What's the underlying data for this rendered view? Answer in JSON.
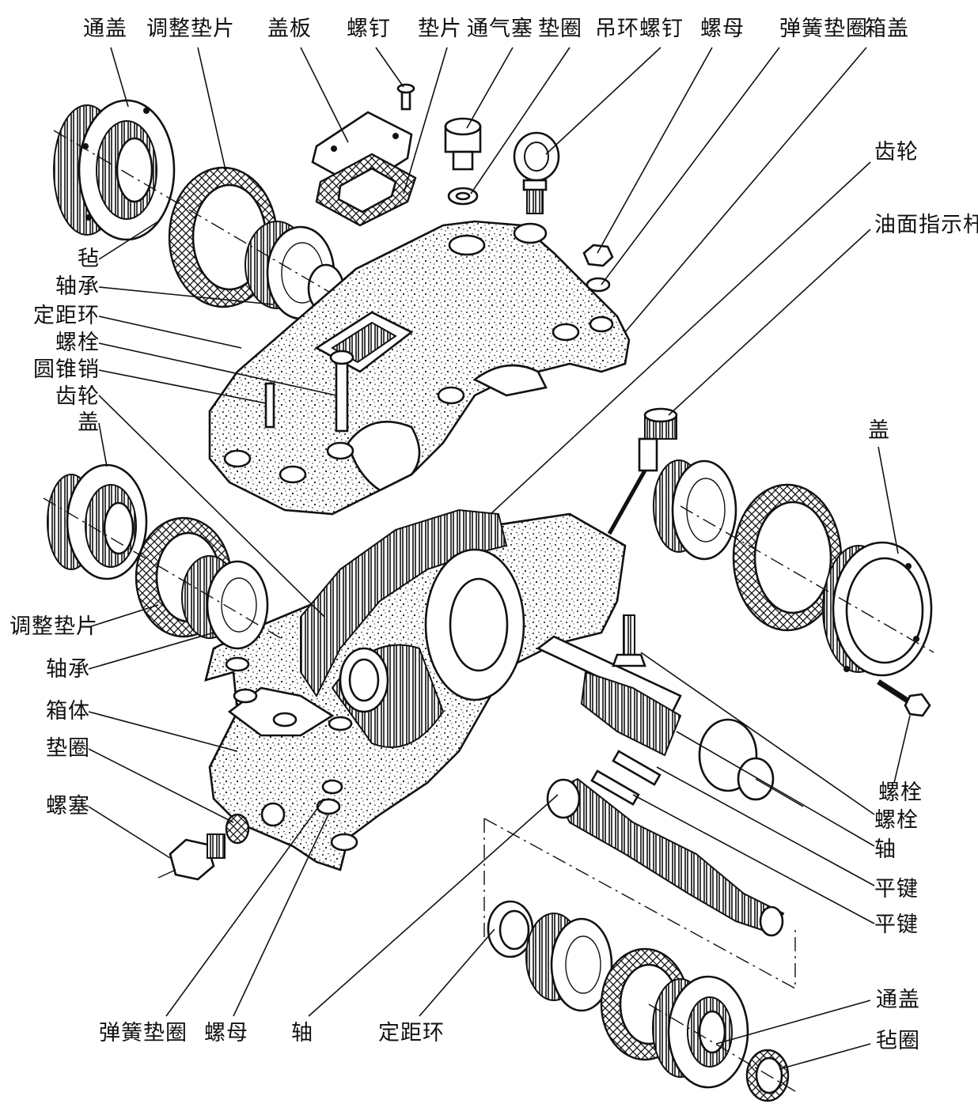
{
  "labels": {
    "top_left_cover": "通盖",
    "top_shim": "调整垫片",
    "cover_plate": "盖板",
    "screw": "螺钉",
    "gasket": "垫片",
    "vent_plug": "通气塞",
    "top_washer": "垫圈",
    "eye_bolt": "吊环螺钉",
    "top_nut": "螺母",
    "top_spring_washer": "弹簧垫圈",
    "box_cover": "箱盖",
    "top_gear": "齿轮",
    "oil_dipstick": "油面指示杆",
    "felt_left": "毡",
    "bearing_left_top": "轴承",
    "spacer_left": "定距环",
    "bolt_left": "螺栓",
    "taper_pin": "圆锥销",
    "gear_left": "齿轮",
    "cover_left": "盖",
    "right_cover": "盖",
    "shim_left_bottom": "调整垫片",
    "bearing_left_bottom": "轴承",
    "box_body": "箱体",
    "washer_left_bottom": "垫圈",
    "drain_plug": "螺塞",
    "bolt_right_1": "螺栓",
    "bolt_right_2": "螺栓",
    "shaft_right": "轴",
    "key_1": "平键",
    "key_2": "平键",
    "spring_washer_bottom": "弹簧垫圈",
    "nut_bottom": "螺母",
    "shaft_bottom": "轴",
    "spacer_bottom": "定距环",
    "through_cover_bottom": "通盖",
    "felt_ring_bottom": "毡圈"
  },
  "colors": {
    "ink": "#111111",
    "paper": "#ffffff"
  }
}
